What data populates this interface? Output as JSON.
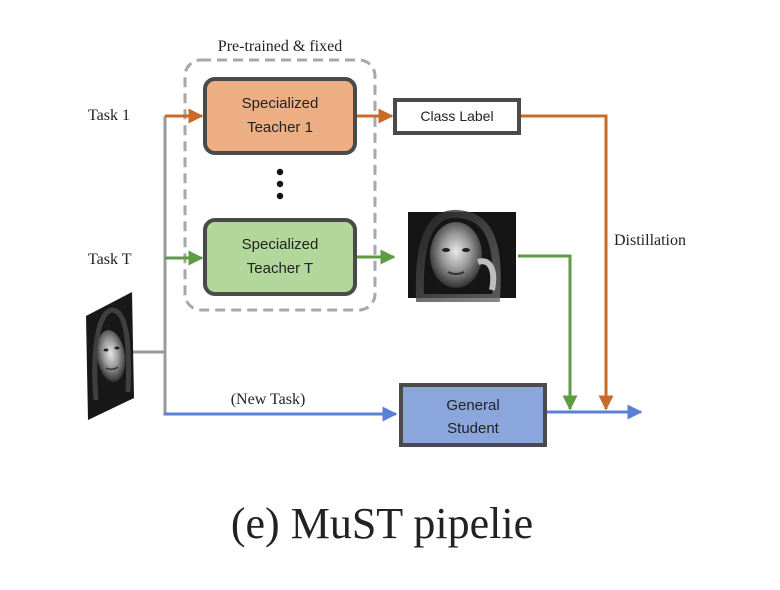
{
  "diagram": {
    "frozen_group_label": "Pre-trained & fixed",
    "task_1_label": "Task 1",
    "task_t_label": "Task T",
    "teacher_1": {
      "line1": "Specialized",
      "line2": "Teacher 1"
    },
    "teacher_t": {
      "line1": "Specialized",
      "line2": "Teacher T"
    },
    "ellipsis": "⋮",
    "class_label": "Class Label",
    "distillation_label": "Distillation",
    "new_task_label": "(New Task)",
    "student": {
      "line1": "General",
      "line2": "Student"
    }
  },
  "caption": "(e) MuST pipelie",
  "colors": {
    "orange": "#c86a2a",
    "green": "#5f9a44",
    "blue": "#5b80d6",
    "gray_line": "#9a9a9a",
    "teacher_1_fill": "#eeae83",
    "teacher_t_fill": "#b2d79a",
    "student_fill": "#8aa6dc",
    "box_border": "#4a4a4a"
  }
}
